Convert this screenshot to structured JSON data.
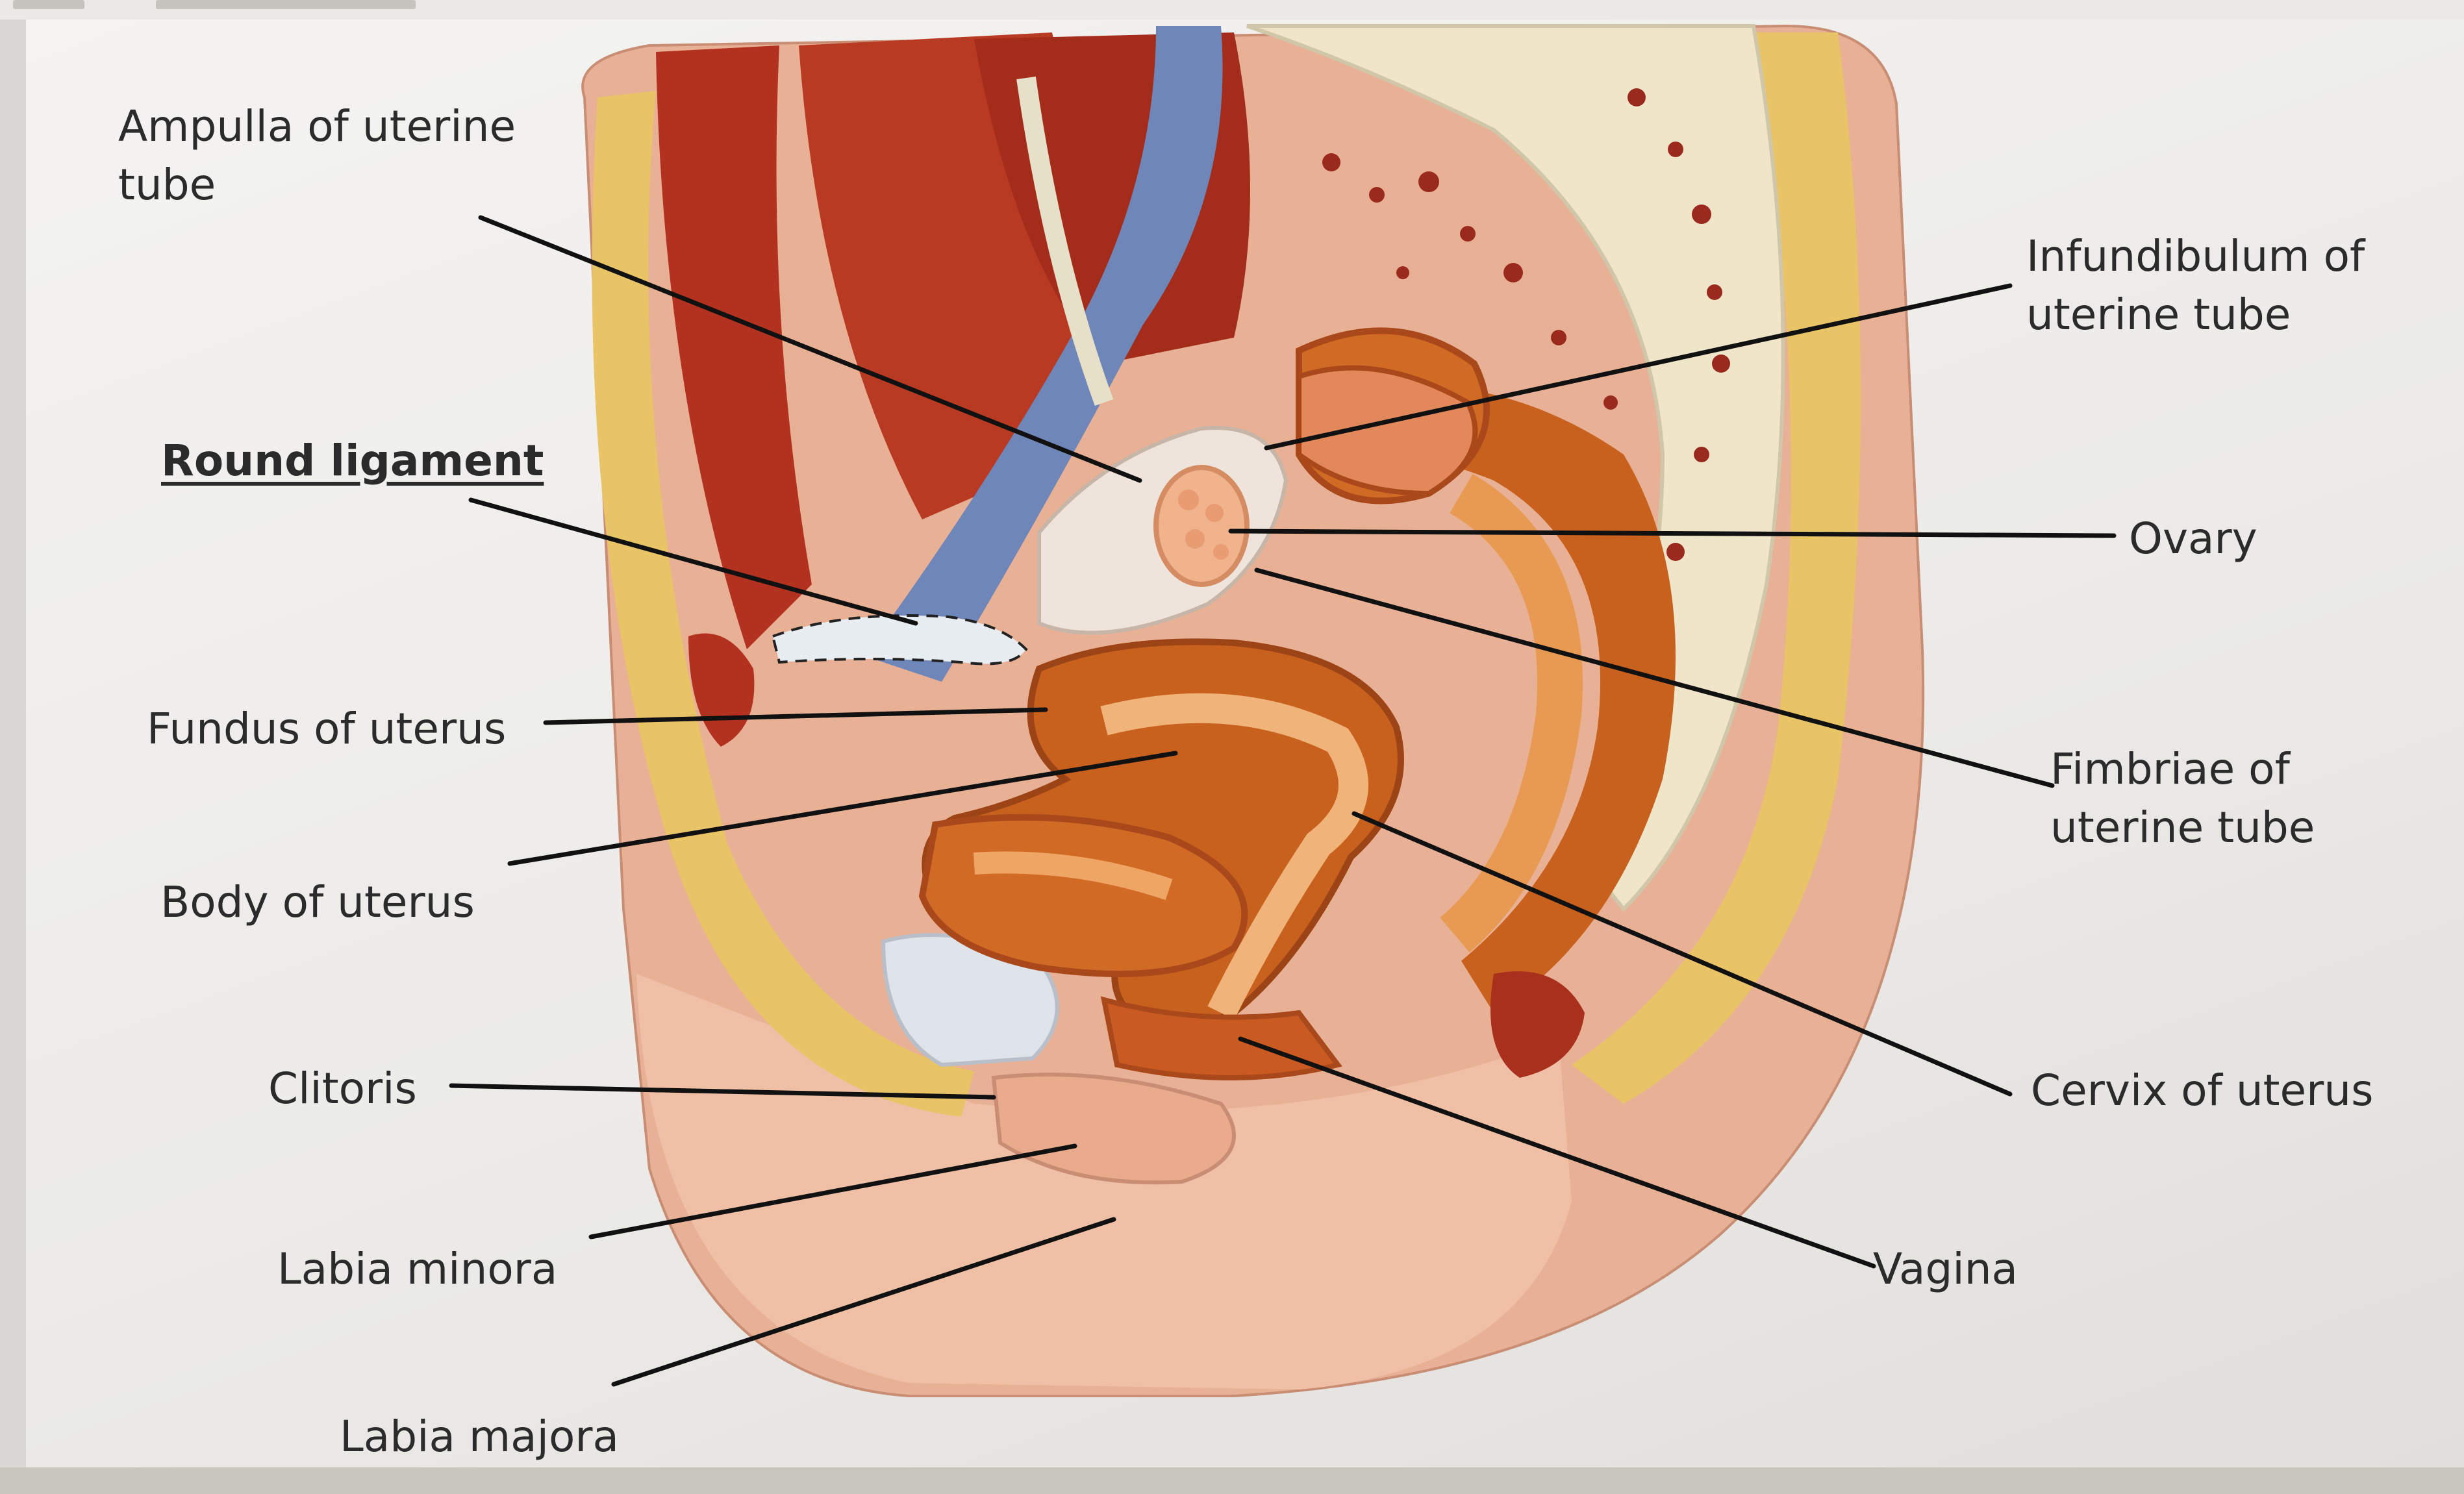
{
  "figure": {
    "type": "anatomical-model-photo",
    "palette": {
      "muscle": "#b2311f",
      "uterus_outer": "#c8601e",
      "uterus_inner": "#e89a52",
      "fat": "#e8c467",
      "skin": "#e8b195",
      "vein": "#6f86b8",
      "leader_line": "#111111"
    }
  },
  "labels": {
    "ampulla": "Ampulla of uterine\ntube",
    "round_ligament": "Round ligament",
    "fundus": "Fundus of uterus",
    "body": "Body of uterus",
    "clitoris": "Clitoris",
    "labia_minora": "Labia minora",
    "labia_majora": "Labia majora",
    "infundibulum": "Infundibulum of\nuterine tube",
    "ovary": "Ovary",
    "fimbriae": "Fimbriae of\nuterine tube",
    "cervix": "Cervix of uterus",
    "vagina": "Vagina"
  }
}
